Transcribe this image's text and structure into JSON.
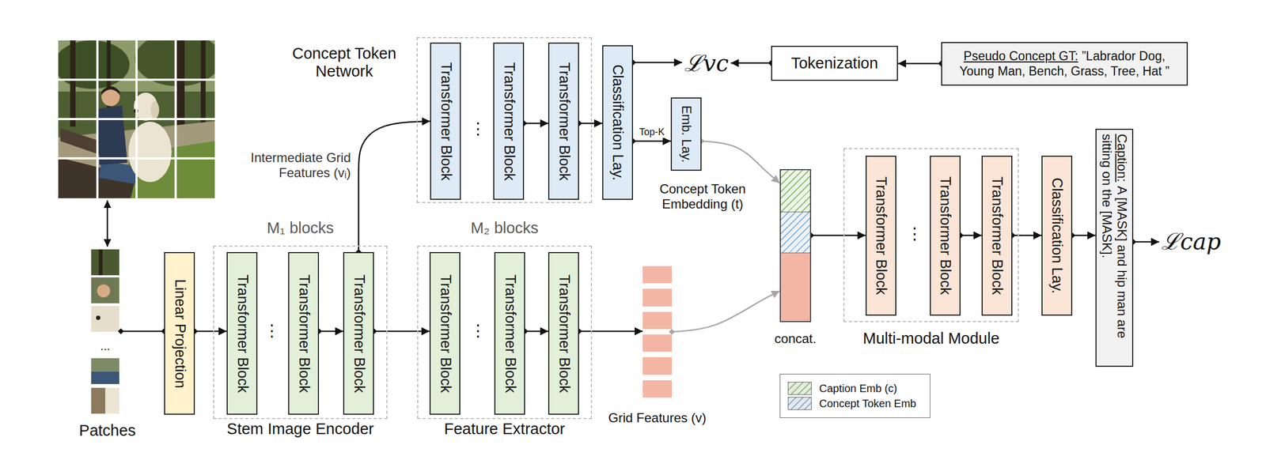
{
  "diagram": {
    "nodes": [
      {
        "text": [
          "Linear Projection"
        ]
      },
      {
        "text": [
          "M₁ blocks",
          "Stem Image Encoder"
        ]
      },
      {
        "text": [
          "Transformer Block"
        ],
        "in": 1
      },
      {
        "text": [
          "Transformer Block"
        ],
        "in": 1
      },
      {
        "text": [
          "Transformer Block"
        ],
        "in": 1
      },
      {
        "text": [
          "Concept Token Network"
        ]
      },
      {
        "text": [
          "Transformer Block"
        ],
        "in": 5
      },
      {
        "text": [
          "Transformer Block"
        ],
        "in": 5
      },
      {
        "text": [
          "Transformer Block"
        ],
        "in": 5
      },
      {
        "text": [
          "Classification Lay."
        ]
      },
      {
        "text": [
          "Emb. Lay."
        ]
      },
      {
        "text": [
          "ℒvc"
        ]
      },
      {
        "text": [
          "Tokenization"
        ]
      },
      {
        "text": [
          "Pseudo Concept GT:",
          "”Labrador Dog, Young Man, Bench, Grass, Tree, Hat ”"
        ]
      },
      {
        "text": [
          "M₂ blocks",
          "Feature Extractor"
        ]
      },
      {
        "text": [
          "Transformer Block"
        ],
        "in": 14
      },
      {
        "text": [
          "Transformer Block"
        ],
        "in": 14
      },
      {
        "text": [
          "Transformer Block"
        ],
        "in": 14
      },
      {
        "text": [
          "Grid Features (v)"
        ]
      },
      {
        "text": [
          "concat."
        ]
      },
      {
        "text": [
          "Multi-modal Module"
        ]
      },
      {
        "text": [
          "Transformer Block"
        ],
        "in": 20
      },
      {
        "text": [
          "Transformer Block"
        ],
        "in": 20
      },
      {
        "text": [
          "Transformer Block"
        ],
        "in": 20
      },
      {
        "text": [
          "Classification Lay."
        ]
      },
      {
        "text": [
          "Caption:",
          "A [MASK] and hip man are sitting on the [MASK]."
        ]
      },
      {
        "text": [
          "ℒcap"
        ]
      }
    ],
    "edges": [
      {
        "from": 0,
        "to": 2,
        "arrow": "to"
      },
      {
        "from": 3,
        "to": 4,
        "arrow": "to"
      },
      {
        "from": 4,
        "to": 15,
        "arrow": "to"
      },
      {
        "from": 16,
        "to": 17,
        "arrow": "to"
      },
      {
        "from": 17,
        "to": 18,
        "arrow": "to"
      },
      {
        "from": 4,
        "to": 6,
        "arrow": "to"
      },
      {
        "from": 7,
        "to": 8,
        "arrow": "to"
      },
      {
        "from": 8,
        "to": 9,
        "arrow": "to"
      },
      {
        "from": 9,
        "to": 10,
        "label": "Top-K",
        "arrow": "to"
      },
      {
        "from": 9,
        "to": 11,
        "arrow": "to"
      },
      {
        "from": 12,
        "to": 11,
        "arrow": "to"
      },
      {
        "from": 13,
        "to": 12,
        "arrow": "to"
      },
      {
        "from": 10,
        "to": 19,
        "arrow": "to"
      },
      {
        "from": 18,
        "to": 19,
        "arrow": "to"
      },
      {
        "from": 19,
        "to": 21,
        "arrow": "to"
      },
      {
        "from": 22,
        "to": 23,
        "arrow": "to"
      },
      {
        "from": 23,
        "to": 24,
        "arrow": "to"
      },
      {
        "from": 24,
        "to": 25,
        "arrow": "to"
      },
      {
        "from": 25,
        "to": 26,
        "arrow": "to"
      }
    ],
    "labels": [
      "...",
      "Patches",
      "⋮",
      "⋮",
      "⋮",
      "Intermediate Grid Features (vᵢ)",
      "Concept Token Embedding (t)",
      "⋮"
    ],
    "legend": [
      {
        "text": "Caption Emb (c)",
        "color": "#e2f0d9"
      },
      {
        "text": "Concept Token Emb",
        "color": "#deebf7"
      }
    ]
  }
}
